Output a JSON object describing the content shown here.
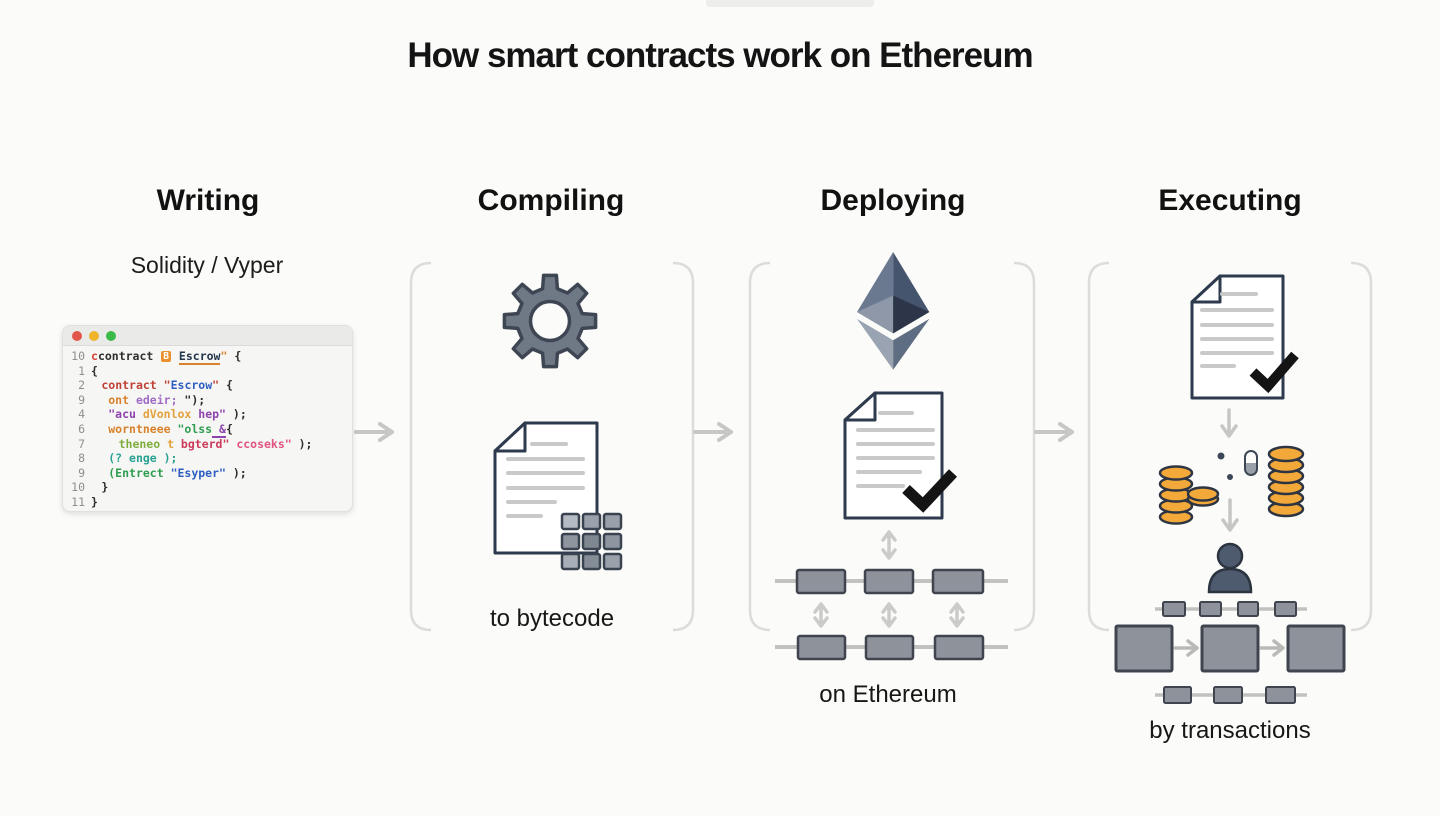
{
  "title": "How smart contracts work on Ethereum",
  "columns": [
    {
      "id": "writing",
      "label": "Writing",
      "subtitle": "Solidity / Vyper"
    },
    {
      "id": "compiling",
      "label": "Compiling",
      "caption": "to bytecode"
    },
    {
      "id": "deploying",
      "label": "Deploying",
      "caption": "on Ethereum"
    },
    {
      "id": "executing",
      "label": "Executing",
      "caption": "by transactions"
    }
  ],
  "editor": {
    "window_controls": [
      "close",
      "minimize",
      "maximize"
    ],
    "palette": {
      "ink": "#2e2e2e",
      "red": "#d8453a",
      "brick": "#bf4136",
      "blue": "#2f5fc2",
      "orange": "#d9822b",
      "amber": "#e3a13c",
      "violet": "#a06cc8",
      "purple": "#8e44ad",
      "green": "#2f9e50",
      "olive": "#7fae3e",
      "teal": "#28a193",
      "pink": "#e0557f",
      "crimson": "#cb3a5a",
      "esc": "#24364d",
      "amp": "#8e44ad"
    },
    "underline": [
      "esc",
      "amp"
    ],
    "lines": [
      {
        "num": "10",
        "indent": 0,
        "tokens": [
          [
            "c",
            "red"
          ],
          [
            "contract ",
            "ink"
          ],
          [
            "B",
            "badge"
          ],
          [
            " ",
            "ink"
          ],
          [
            "Escrow",
            "esc"
          ],
          [
            "\"",
            "orange"
          ],
          [
            " {",
            "ink"
          ]
        ]
      },
      {
        "num": "1",
        "indent": 0,
        "tokens": [
          [
            "{",
            "ink"
          ]
        ]
      },
      {
        "num": "2",
        "indent": 1.5,
        "tokens": [
          [
            "contract",
            "brick"
          ],
          [
            " \"",
            "brick"
          ],
          [
            "Escrow",
            "blue"
          ],
          [
            "\"",
            "brick"
          ],
          [
            " {",
            "ink"
          ]
        ]
      },
      {
        "num": "9",
        "indent": 2.5,
        "tokens": [
          [
            "ont",
            "orange"
          ],
          [
            " edeir;",
            "violet"
          ],
          [
            " \");",
            "ink"
          ]
        ]
      },
      {
        "num": "4",
        "indent": 2.5,
        "tokens": [
          [
            "\"acu",
            "purple"
          ],
          [
            " dVonlox",
            "amber"
          ],
          [
            " hep\"",
            "purple"
          ],
          [
            " );",
            "ink"
          ]
        ]
      },
      {
        "num": "6",
        "indent": 2.5,
        "tokens": [
          [
            "worntneee",
            "orange"
          ],
          [
            " \"olss",
            "green"
          ],
          [
            " &",
            "amp"
          ],
          [
            "{",
            "ink"
          ]
        ]
      },
      {
        "num": "7",
        "indent": 4,
        "tokens": [
          [
            "theneo",
            "olive"
          ],
          [
            " t",
            "amber"
          ],
          [
            " bgterd\"",
            "crimson"
          ],
          [
            " ccoseks\"",
            "pink"
          ],
          [
            " );",
            "ink"
          ]
        ]
      },
      {
        "num": "8",
        "indent": 2.5,
        "tokens": [
          [
            "(? enge );",
            "teal"
          ]
        ]
      },
      {
        "num": "9",
        "indent": 2.5,
        "tokens": [
          [
            "(Entrect",
            "green"
          ],
          [
            " \"Esyper\"",
            "blue"
          ],
          [
            " );",
            "ink"
          ]
        ]
      },
      {
        "num": "10",
        "indent": 1.5,
        "tokens": [
          [
            "}",
            "ink"
          ]
        ]
      },
      {
        "num": "11",
        "indent": 0,
        "tokens": [
          [
            "}",
            "ink"
          ]
        ]
      }
    ]
  },
  "colors": {
    "background": "#fbfbf9",
    "bracket": "#dcdcd9",
    "flow_arrow": "#c7c7c5",
    "doc_outline": "#2e3a4d",
    "doc_line": "#c9c9c7",
    "check": "#141414",
    "gear": "#6f7885",
    "block": "#8d929b",
    "block_outline": "#3f444e",
    "coin": "#f3a83a",
    "coin_outline": "#2e3542",
    "person": "#4e5b6e",
    "traffic_lights": [
      "#e2574c",
      "#f0b42a",
      "#3cb94b"
    ],
    "eth_faces": [
      "#6b7990",
      "#46556e",
      "#8f98a9",
      "#2c3648",
      "#9aa3b2",
      "#5f6d82"
    ]
  }
}
